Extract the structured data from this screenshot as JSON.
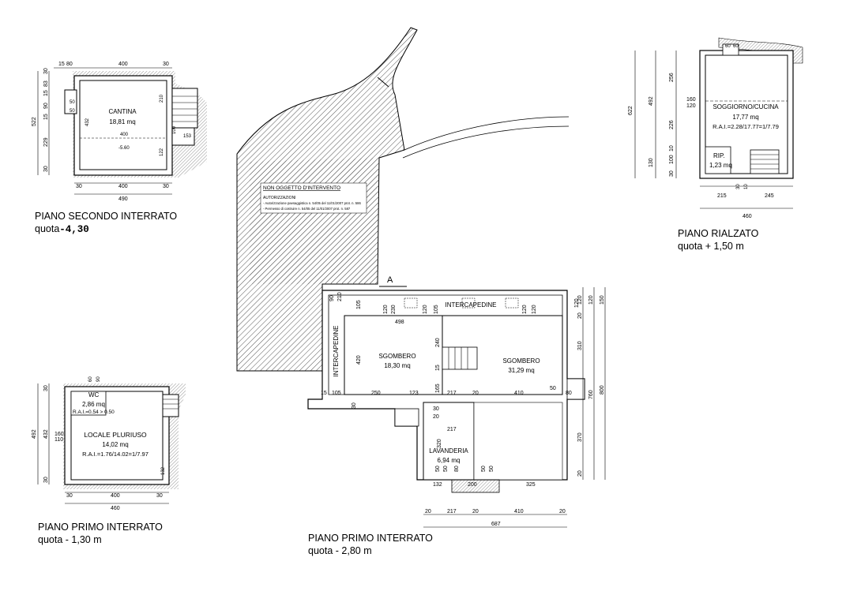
{
  "colors": {
    "line": "#000000",
    "hatch": "#555555",
    "paper": "#ffffff",
    "notebox": "#ffffff"
  },
  "plans": {
    "secondo_interrato": {
      "title": "PIANO SECONDO INTERRATO",
      "quota_label": "quota",
      "quota_value": "-4,30",
      "room_name": "CANTINA",
      "room_area": "18,81 mq",
      "level_mark": "-5.60",
      "dims_top": [
        "15",
        "80",
        "400",
        "30"
      ],
      "dims_left": [
        "30",
        "83",
        "15",
        "90",
        "15",
        "229",
        "30"
      ],
      "dim_total_left": "522",
      "dims_bottom": [
        "30",
        "400",
        "30"
      ],
      "dim_total_bottom": "490",
      "dims_inner": [
        "50",
        "50",
        "432",
        "400",
        "210",
        "100",
        "122",
        "153",
        "30"
      ]
    },
    "primo_interrato_small": {
      "title": "PIANO PRIMO INTERRATO",
      "quota": "quota - 1,30 m",
      "room1_name": "WC",
      "room1_area": "2,86 mq",
      "room1_rai": "R.A.I.=0.54 > 0.50",
      "room2_name": "LOCALE PLURIUSO",
      "room2_area": "14,02 mq",
      "room2_rai": "R.A.I.=1.76/14.02=1/7.97",
      "dims_left": [
        "160",
        "110",
        "432",
        "30",
        "30"
      ],
      "dim_total_left": "492",
      "dims_bottom": [
        "30",
        "400",
        "30"
      ],
      "dim_total_bottom": "460",
      "dims_inner": [
        "60",
        "90",
        "132"
      ]
    },
    "primo_interrato_main": {
      "title": "PIANO PRIMO INTERRATO",
      "quota": "quota - 2,80 m",
      "section_mark": "A",
      "note_title": "NON OGGETTO D'INTERVENTO",
      "note_sub": "AUTORIZZAZIONI",
      "note_line1": "- Autorizzazione paesaggistica n. 54/05 del 11/01/2007 prot. n. 586",
      "note_line2": "- Permesso di costruire n. 54/05 del 11/01/2007 prot. n. 587",
      "intercapedine_top": "INTERCAPEDINE",
      "intercapedine_left": "INTERCAPEDINE",
      "sgombero1_name": "SGOMBERO",
      "sgombero1_area": "18,30 mq",
      "sgombero2_name": "SGOMBERO",
      "sgombero2_area": "31,29 mq",
      "lavanderia_name": "LAVANDERIA",
      "lavanderia_area": "6,94 mq",
      "dims_bottom_row": [
        "20",
        "217",
        "20",
        "410",
        "20"
      ],
      "dim_total_bottom": "687",
      "dims_inner_row": [
        "15",
        "105",
        "250",
        "123",
        "165",
        "217",
        "20",
        "410",
        "50",
        "80",
        "30"
      ],
      "dims_right": [
        "120",
        "20",
        "310",
        "760",
        "370",
        "20",
        "120",
        "800",
        "150"
      ],
      "dims_misc": [
        "90",
        "210",
        "105",
        "120",
        "230",
        "498",
        "120",
        "105",
        "120",
        "120",
        "120",
        "420",
        "240",
        "15",
        "30",
        "20",
        "217",
        "320",
        "50",
        "50",
        "80",
        "50",
        "50",
        "132",
        "200",
        "325"
      ]
    },
    "rialzato": {
      "title": "PIANO RIALZATO",
      "quota": "quota + 1,50 m",
      "room1_name": "SOGGIORNO/CUCINA",
      "room1_area": "17,77 mq",
      "room1_rai": "R.A.I.=2.28/17.77=1/7.79",
      "room2_name": "RIP.",
      "room2_area": "1,23 mq",
      "dims_left": [
        "256",
        "160",
        "120",
        "226",
        "10",
        "100",
        "130",
        "30"
      ],
      "dim_total_left_outer": "622",
      "dim_total_left_inner": "492",
      "dims_bottom": [
        "215",
        "245"
      ],
      "dim_total_bottom": "460",
      "dims_inner": [
        "60",
        "60",
        "30",
        "10"
      ]
    }
  }
}
